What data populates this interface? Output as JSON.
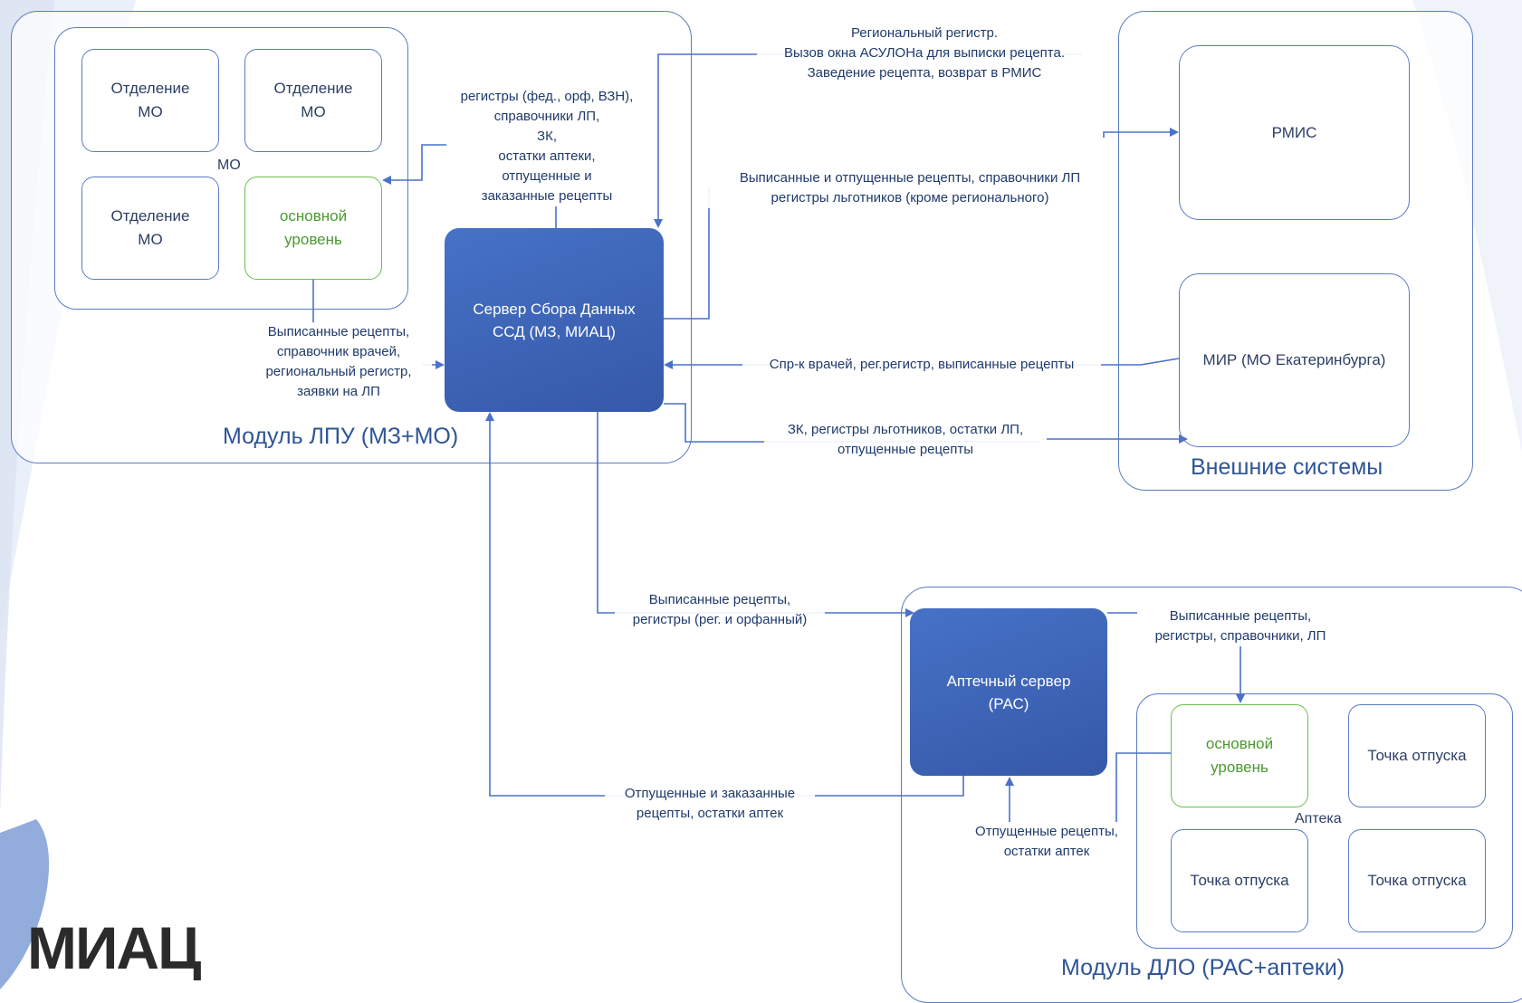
{
  "modules": {
    "lpu": {
      "title": "Модуль ЛПУ (МЗ+МО)"
    },
    "external": {
      "title": "Внешние системы"
    },
    "dlo": {
      "title": "Модуль ДЛО (РАС+аптеки)"
    }
  },
  "mo_group": {
    "label": "МО",
    "units": [
      "Отделение\nМО",
      "Отделение\nМО",
      "Отделение\nМО"
    ],
    "base_level": "основной\nуровень"
  },
  "servers": {
    "ssd": "Сервер Сбора Данных\nССД (МЗ, МИАЦ)",
    "ras": "Аптечный сервер\n(РАС)"
  },
  "external_systems": {
    "rmis": "РМИС",
    "mir": "МИР (МО Екатеринбурга)"
  },
  "pharmacy_group": {
    "label": "Аптека",
    "base_level": "основной\nуровень",
    "points": [
      "Точка отпуска",
      "Точка отпуска",
      "Точка отпуска"
    ]
  },
  "flows": {
    "ssd_to_mo": "регистры (фед., орф, ВЗН),\nсправочники ЛП,\nЗК,\nостатки аптеки,\nотпущенные и\nзаказанные рецепты",
    "mo_to_ssd": "Выписанные рецепты,\nсправочник врачей,\nрегиональный регистр,\nзаявки на ЛП",
    "rmis_to_ssd": "Региональный регистр.\nВызов окна АСУЛОНа для выписки рецепта.\nЗаведение рецепта, возврат в РМИС",
    "ssd_to_rmis": "Выписанные и отпущенные рецепты, справочники ЛП\nрегистры льготников (кроме регионального)",
    "mir_to_ssd": "Спр-к врачей, рег.регистр, выписанные рецепты",
    "ssd_to_mir": "ЗК, регистры льготников, остатки ЛП,\nотпущенные рецепты",
    "ssd_to_ras": "Выписанные рецепты,\nрегистры (рег. и орфанный)",
    "ras_to_ssd": "Отпущенные и заказанные\nрецепты, остатки аптек",
    "ras_to_pharmacy": "Выписанные рецепты,\nрегистры, справочники, ЛП",
    "pharmacy_to_ras": "Отпущенные рецепты,\nостатки аптек"
  },
  "logo": {
    "text": "МИАЦ"
  },
  "colors": {
    "server": "#3a5fb0",
    "line": "#4a72c8",
    "frame": "#5b7bc4",
    "base_level": "#6abf4b",
    "title": "#2f5597"
  }
}
